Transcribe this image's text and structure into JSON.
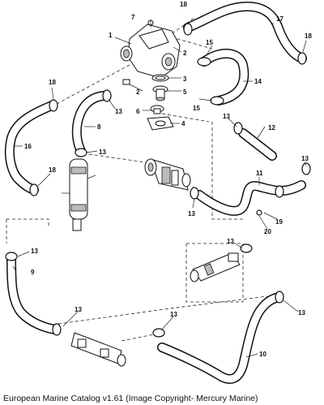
{
  "caption": "European Marine Catalog v1.61 (Image Copyright- Mercury Marine)",
  "callouts": [
    "1",
    "2",
    "2",
    "3",
    "4",
    "5",
    "6",
    "7",
    "8",
    "9",
    "10",
    "11",
    "12",
    "13",
    "13",
    "13",
    "13",
    "13",
    "13",
    "13",
    "13",
    "13",
    "13",
    "14",
    "15",
    "15",
    "16",
    "17",
    "18",
    "18",
    "18",
    "18",
    "19",
    "20"
  ]
}
